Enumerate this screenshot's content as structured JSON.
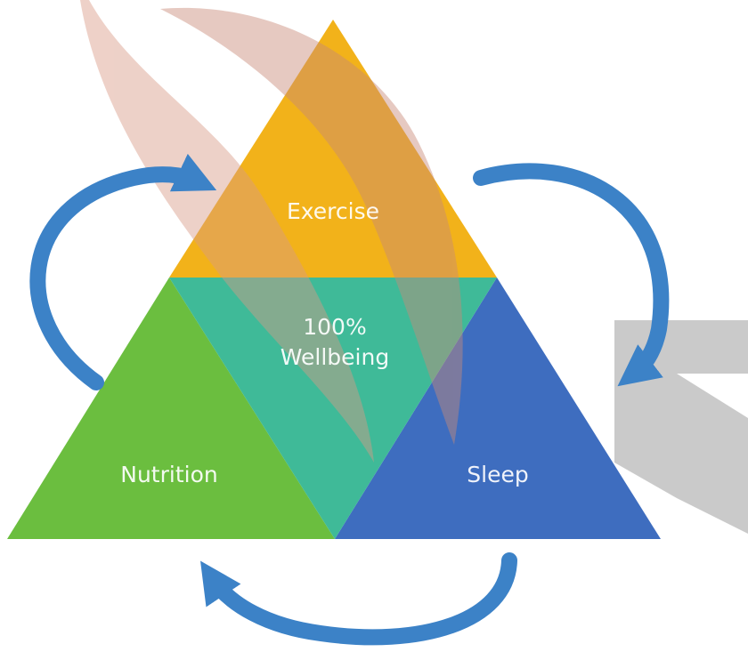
{
  "diagram": {
    "sections": {
      "top": {
        "label": "Exercise",
        "color": "#F2B21A"
      },
      "left": {
        "label": "Nutrition",
        "color": "#6BBE3F"
      },
      "right": {
        "label": "Sleep",
        "color": "#3E6DBF"
      },
      "center": {
        "line1": "100%",
        "line2": "Wellbeing",
        "color": "#3FBA98"
      }
    },
    "arrow_color": "#3C82C7",
    "watermark_colors": {
      "swoosh": "#D99A86",
      "mark": "#9E9E9E"
    }
  }
}
